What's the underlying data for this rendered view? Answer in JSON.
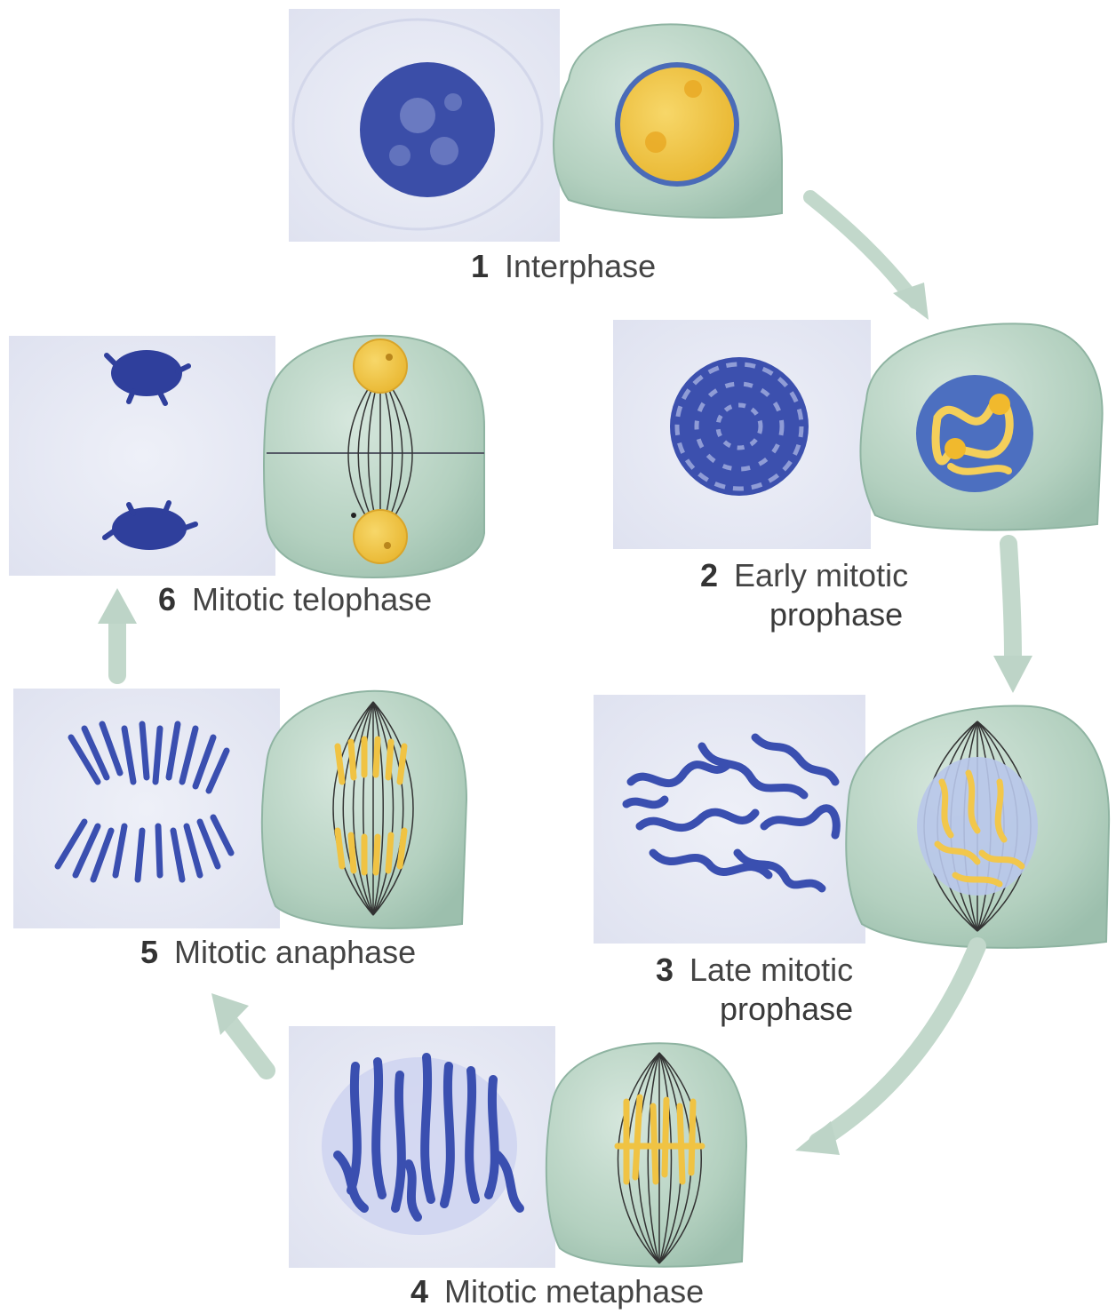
{
  "stages": [
    {
      "number": "1",
      "name": "Interphase",
      "name_line2": ""
    },
    {
      "number": "2",
      "name": "Early mitotic",
      "name_line2": "prophase"
    },
    {
      "number": "3",
      "name": "Late mitotic",
      "name_line2": "prophase"
    },
    {
      "number": "4",
      "name": "Mitotic metaphase",
      "name_line2": ""
    },
    {
      "number": "5",
      "name": "Mitotic anaphase",
      "name_line2": ""
    },
    {
      "number": "6",
      "name": "Mitotic telophase",
      "name_line2": ""
    }
  ],
  "colors": {
    "micrograph_bg": "#e6e8f3",
    "chromatin": "#2f3f9c",
    "cell": "#b7d3c2",
    "cell_edge": "#8fb4a2",
    "nucleus_yellow": "#f1c23c",
    "nucleus_blue": "#4c6fc0",
    "arrow": "#c9ddd3",
    "spindle": "#333333"
  }
}
